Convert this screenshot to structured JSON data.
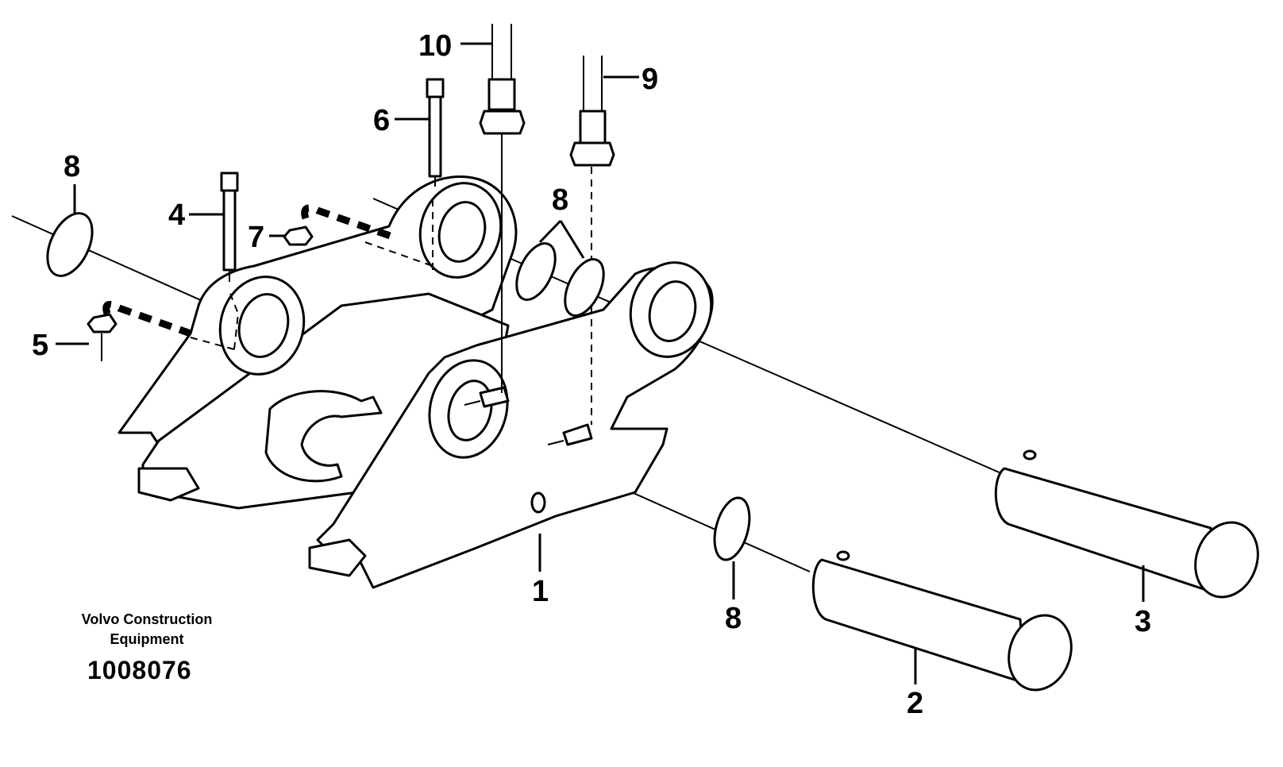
{
  "callouts": {
    "c1": "1",
    "c2": "2",
    "c3": "3",
    "c4": "4",
    "c5": "5",
    "c6": "6",
    "c7": "7",
    "c8a": "8",
    "c8b": "8",
    "c8c": "8",
    "c9": "9",
    "c10": "10"
  },
  "footer": {
    "brand_line1": "Volvo Construction",
    "brand_line2": "Equipment",
    "drawing_number": "1008076"
  }
}
